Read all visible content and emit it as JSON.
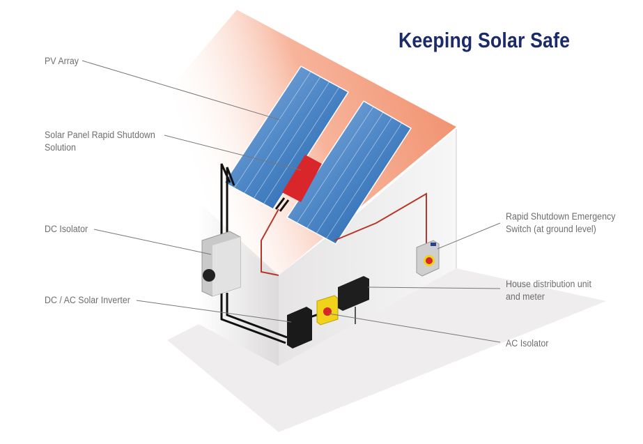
{
  "title": "Keeping Solar Safe",
  "labels": {
    "pv_array": "PV Array",
    "rapid_shutdown_solution_1": "Solar Panel Rapid Shutdown",
    "rapid_shutdown_solution_2": "Solution",
    "dc_isolator": "DC Isolator",
    "inverter": "DC / AC Solar Inverter",
    "emergency_switch_1": "Rapid Shutdown Emergency",
    "emergency_switch_2": "Switch (at ground level)",
    "distribution_1": "House distribution unit",
    "distribution_2": "and meter",
    "ac_isolator": "AC Isolator"
  },
  "colors": {
    "title": "#1b2a6b",
    "roof": "#f5a488",
    "panel": "#2f6fb5",
    "rsd": "#d9262b",
    "label": "#6e6e6e"
  }
}
